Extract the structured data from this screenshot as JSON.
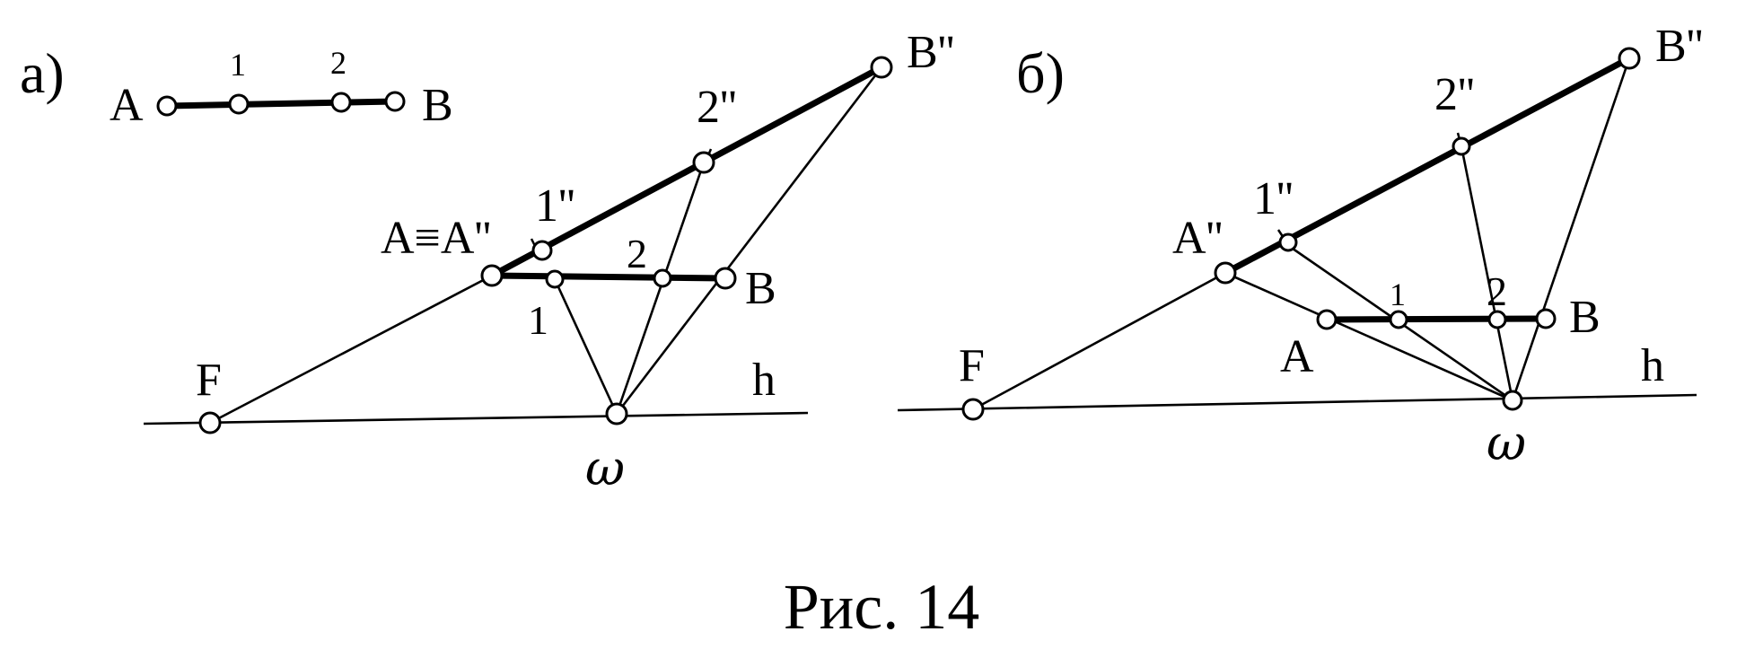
{
  "panel_a": {
    "label": "а)",
    "mini": {
      "A": "A",
      "B": "B",
      "p1": "1",
      "p2": "2"
    },
    "labels": {
      "B2": "B''",
      "two2": "2''",
      "one2": "1''",
      "AeqA2": "A≡A''",
      "two": "2",
      "B": "B",
      "one": "1",
      "F": "F",
      "h": "h",
      "omega": "ω"
    }
  },
  "panel_b": {
    "label": "б)",
    "labels": {
      "B2": "B''",
      "two2": "2''",
      "one2": "1''",
      "A2": "A''",
      "one": "1",
      "two": "2",
      "B": "B",
      "A": "A",
      "F": "F",
      "h": "h",
      "omega": "ω"
    }
  },
  "caption": "Рис. 14"
}
